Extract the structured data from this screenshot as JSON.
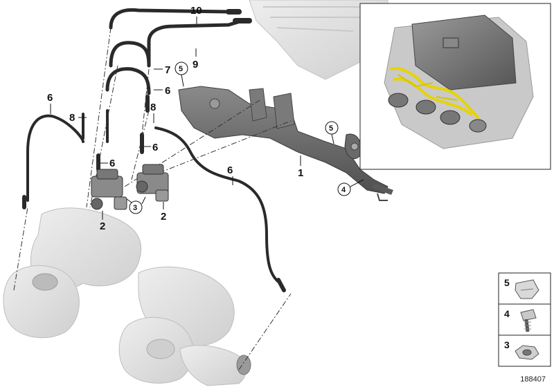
{
  "diagram": {
    "part_callouts": {
      "p10": "10",
      "p9": "9",
      "p7": "7",
      "p6a": "6",
      "p6b": "6",
      "p6c": "6",
      "p6d": "6",
      "p6e": "6",
      "p8a": "8",
      "p8b": "8",
      "p1": "1",
      "p2a": "2",
      "p2b": "2"
    },
    "circled_callouts": {
      "c5a": "5",
      "c5b": "5",
      "c4": "4",
      "c3": "3"
    },
    "hardware_legend": [
      {
        "number": "5",
        "icon": "plastic-clip-icon"
      },
      {
        "number": "4",
        "icon": "bolt-icon"
      },
      {
        "number": "3",
        "icon": "nut-icon"
      }
    ],
    "drawing_number": "188407"
  },
  "colors": {
    "hose": "#2a2a2a",
    "bracket": "#6e6e6e",
    "ghost_part": "#d8d8d8",
    "highlight_harness": "#e6d400",
    "engine_cover": "#7a7a7a"
  }
}
